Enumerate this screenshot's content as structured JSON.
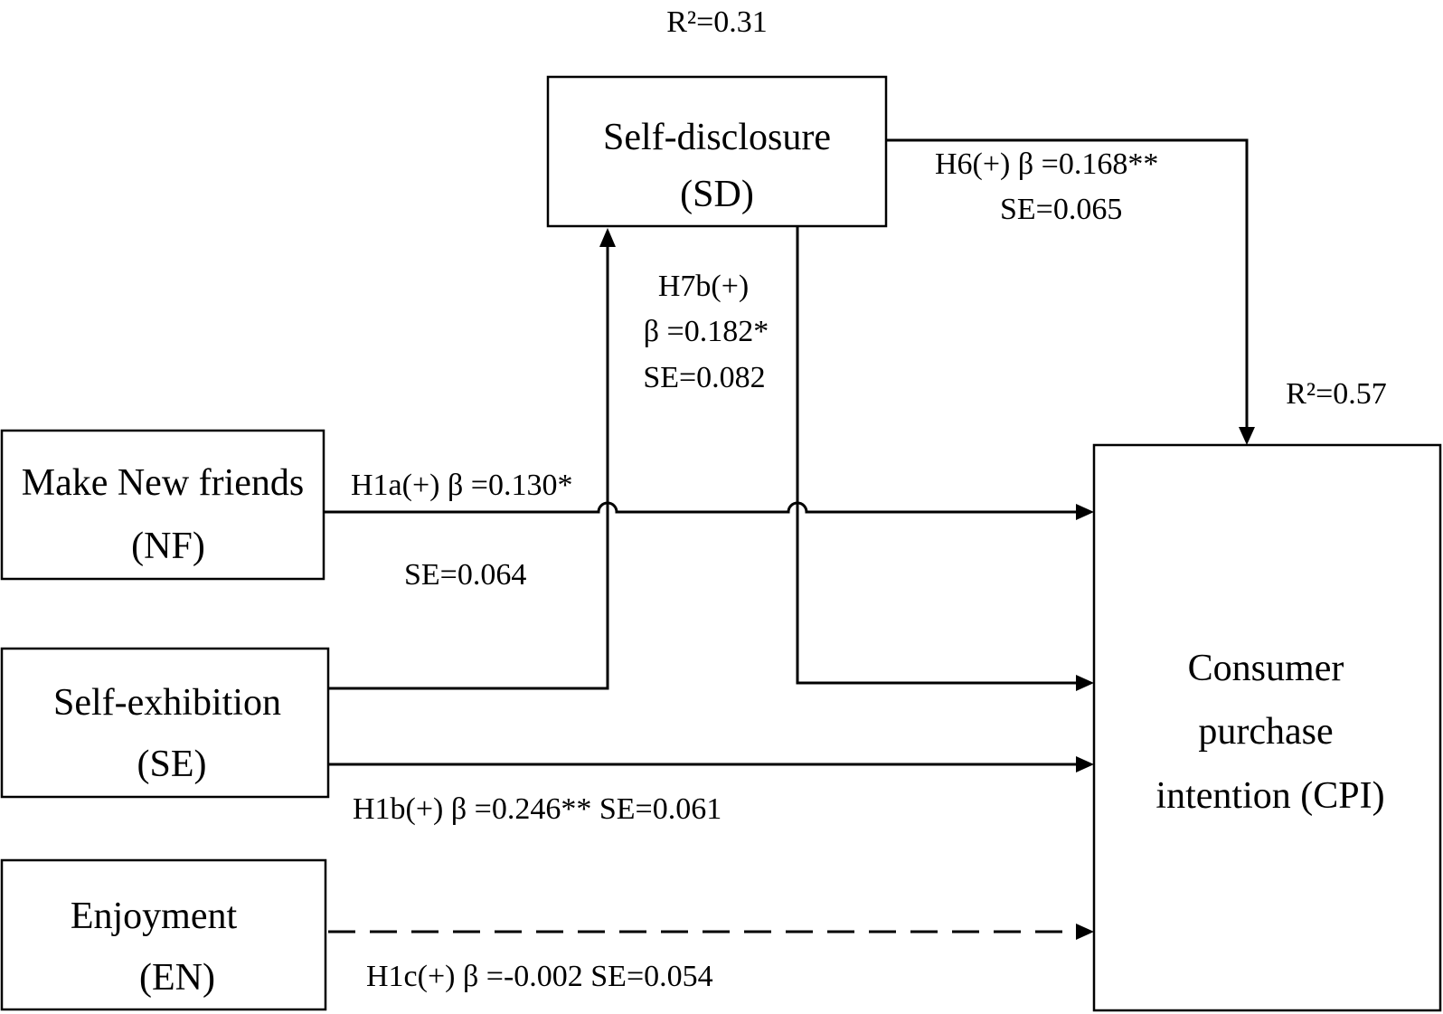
{
  "nodes": {
    "sd": {
      "lines": [
        "Self-disclosure",
        "(SD)"
      ],
      "r2": "R²=0.31"
    },
    "nf": {
      "lines": [
        "Make New friends",
        "(NF)"
      ]
    },
    "se": {
      "lines": [
        "Self-exhibition",
        "(SE)"
      ]
    },
    "en": {
      "lines": [
        "Enjoyment",
        "(EN)"
      ]
    },
    "cpi": {
      "lines": [
        "Consumer",
        "purchase",
        "intention (CPI)"
      ],
      "r2": "R²=0.57"
    }
  },
  "paths": {
    "h1a": {
      "line1": "H1a(+) β =0.130*",
      "line2": "SE=0.064",
      "significant": true
    },
    "h1b": {
      "text": "H1b(+)   β =0.246**  SE=0.061",
      "significant": true
    },
    "h1c": {
      "text": "H1c(+)  β =-0.002  SE=0.054",
      "significant": false
    },
    "h6": {
      "line1": "H6(+)  β =0.168**",
      "line2": "SE=0.065",
      "significant": true
    },
    "h7b": {
      "line1": "H7b(+)",
      "line2": "β =0.182*",
      "line3": "SE=0.082",
      "significant": true
    }
  }
}
